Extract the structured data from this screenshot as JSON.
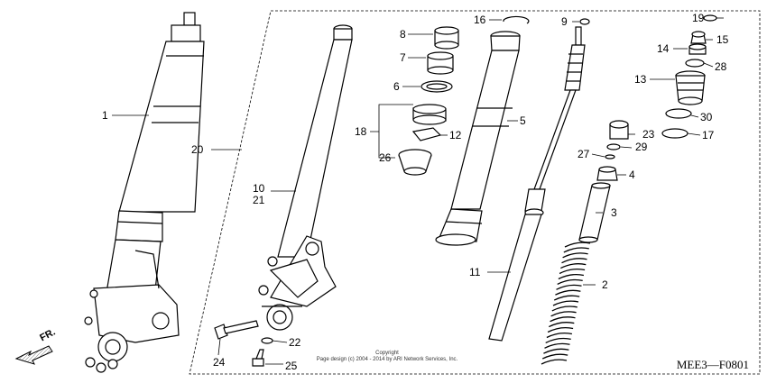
{
  "diagram": {
    "code": "MEE3—F0801",
    "direction": "FR.",
    "copyright_line1": "Copyright",
    "copyright_line2": "Page design (c) 2004 - 2014 by ARI Network Services, Inc.",
    "labels": {
      "p1": "1",
      "p2": "2",
      "p3": "3",
      "p4": "4",
      "p5": "5",
      "p6": "6",
      "p7": "7",
      "p8": "8",
      "p9": "9",
      "p10": "10",
      "p11": "11",
      "p12": "12",
      "p13": "13",
      "p14": "14",
      "p15": "15",
      "p16": "16",
      "p17": "17",
      "p18": "18",
      "p19": "19",
      "p20": "20",
      "p21": "21",
      "p22": "22",
      "p23": "23",
      "p24": "24",
      "p25": "25",
      "p26": "26",
      "p27": "27",
      "p28": "28",
      "p29": "29",
      "p30": "30"
    }
  }
}
